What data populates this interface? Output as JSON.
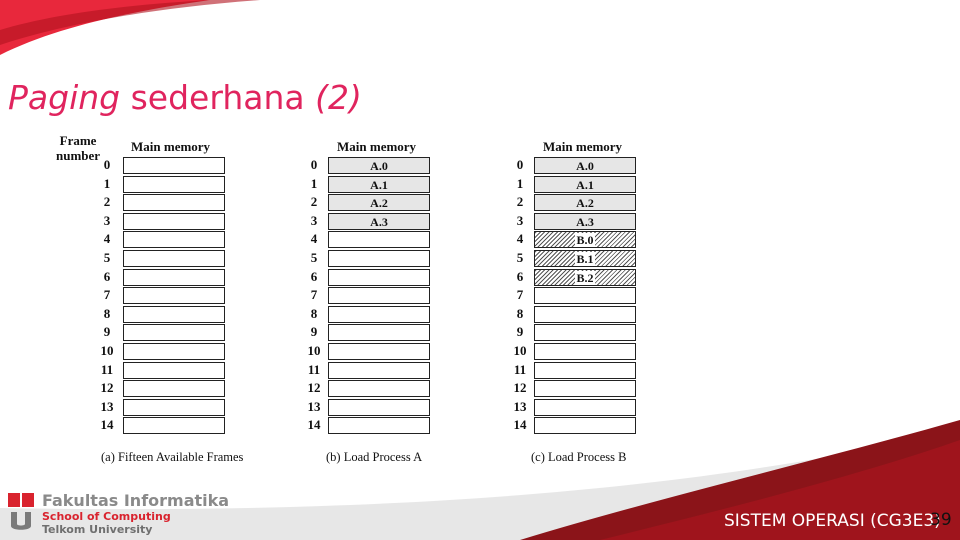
{
  "slide": {
    "title_word1": "Paging",
    "title_word2": "sederhana",
    "title_word3": "(2)",
    "page_number": "39",
    "course_title": "SISTEM OPERASI (CG3E3)"
  },
  "footer": {
    "faculty": "Fakultas Informatika",
    "school": "School of Computing",
    "university": "Telkom University"
  },
  "colors": {
    "accent": "#e0245e",
    "brand_red": "#c8102e",
    "dark_red": "#8b1419"
  },
  "diagram": {
    "frame_label_line1": "Frame",
    "frame_label_line2": "number",
    "frames": [
      "0",
      "1",
      "2",
      "3",
      "4",
      "5",
      "6",
      "7",
      "8",
      "9",
      "10",
      "11",
      "12",
      "13",
      "14"
    ],
    "panels": [
      {
        "header": "Main memory",
        "caption": "(a) Fifteen Available Frames",
        "cells": [
          "",
          "",
          "",
          "",
          "",
          "",
          "",
          "",
          "",
          "",
          "",
          "",
          "",
          "",
          ""
        ]
      },
      {
        "header": "Main memory",
        "caption": "(b) Load Process A",
        "cells": [
          "A.0",
          "A.1",
          "A.2",
          "A.3",
          "",
          "",
          "",
          "",
          "",
          "",
          "",
          "",
          "",
          "",
          ""
        ]
      },
      {
        "header": "Main memory",
        "caption": "(c) Load Process B",
        "cells": [
          "A.0",
          "A.1",
          "A.2",
          "A.3",
          "B.0",
          "B.1",
          "B.2",
          "",
          "",
          "",
          "",
          "",
          "",
          "",
          ""
        ]
      }
    ]
  }
}
